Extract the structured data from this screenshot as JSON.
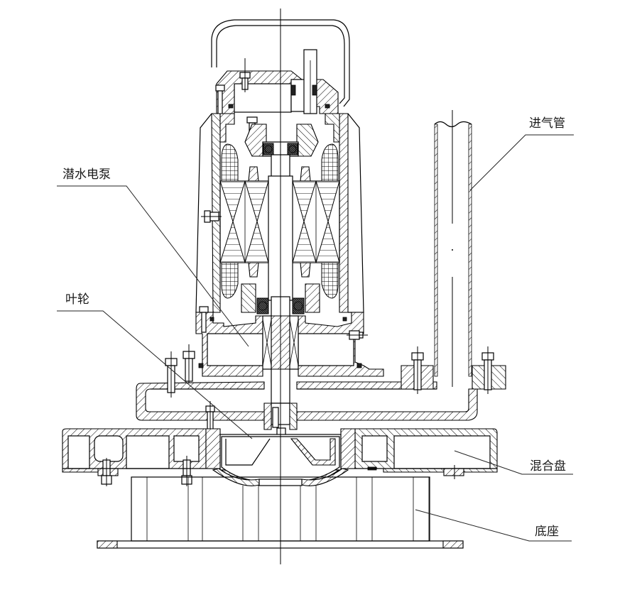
{
  "diagram": {
    "type": "engineering-cross-section",
    "subject": "submersible jet aerator assembly",
    "labels": {
      "submersible_pump": "潜水电泵",
      "impeller": "叶轮",
      "air_inlet_pipe": "进气管",
      "mixing_plate": "混合盘",
      "base": "底座"
    }
  }
}
